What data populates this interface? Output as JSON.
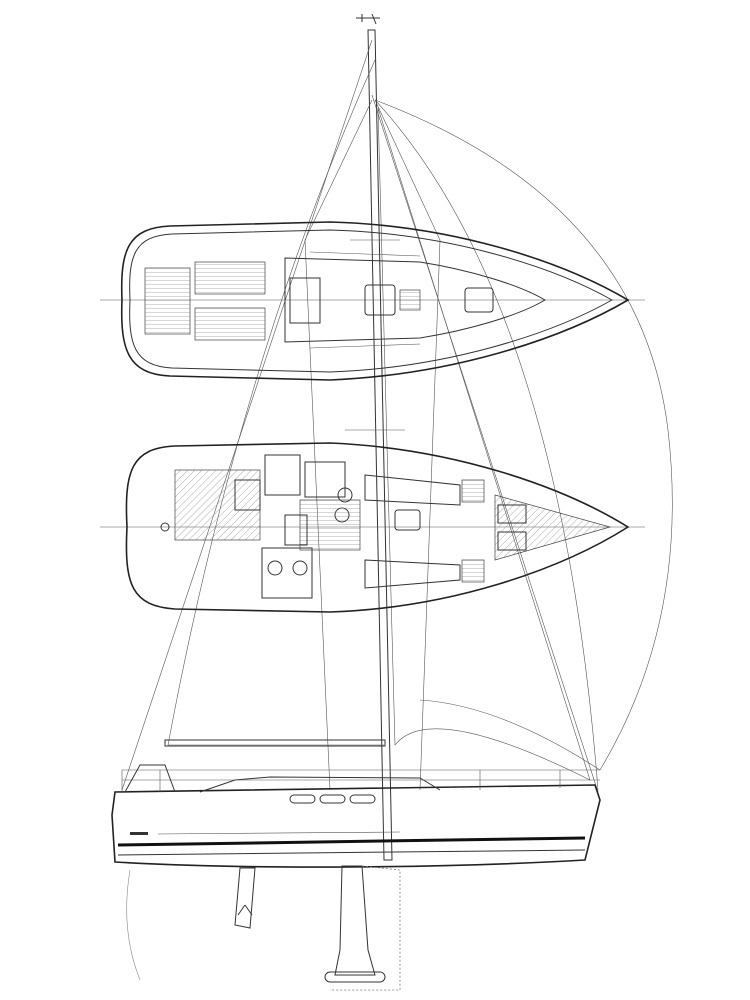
{
  "drawing": {
    "subject": "sailplan-and-layout",
    "views": [
      "deck-plan",
      "interior-plan",
      "side-profile"
    ],
    "line_color": "#333333",
    "background": "#ffffff"
  }
}
